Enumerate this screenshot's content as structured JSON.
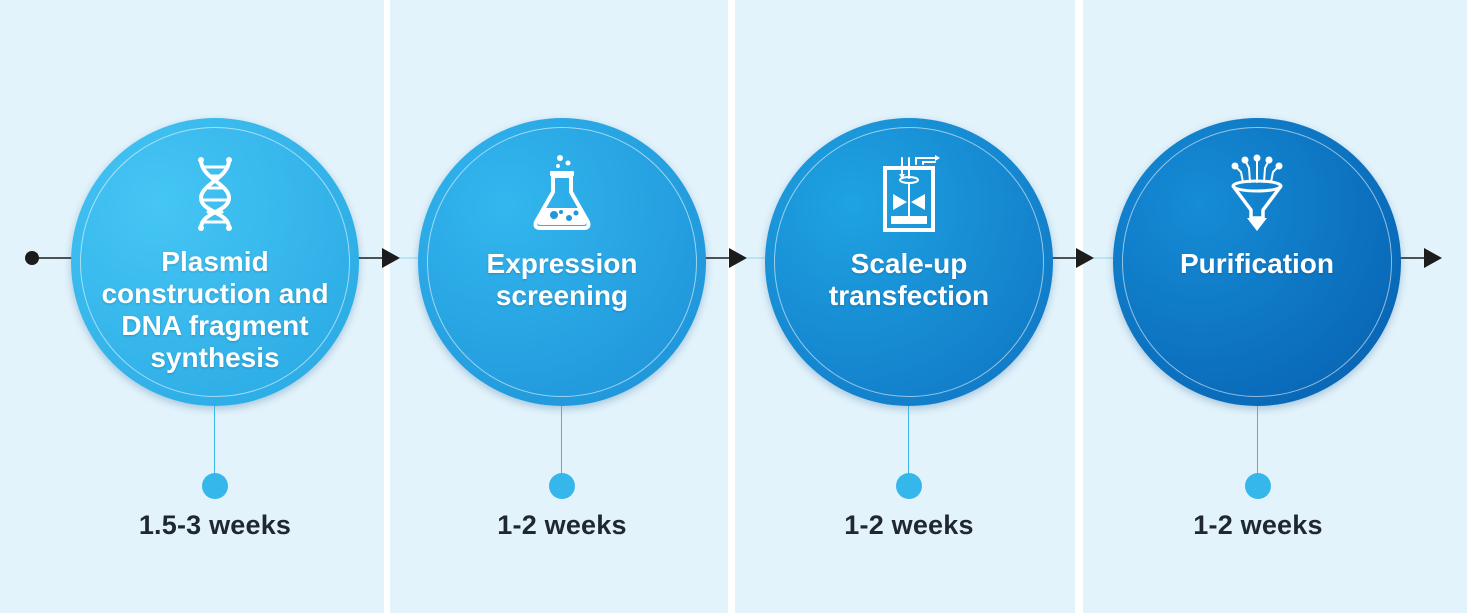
{
  "stages": [
    {
      "title": "Plasmid construction and DNA fragment synthesis",
      "icon": "dna-icon",
      "duration": "1.5-3 weeks"
    },
    {
      "title": "Expression screening",
      "icon": "flask-icon",
      "duration": "1-2 weeks"
    },
    {
      "title": "Scale-up transfection",
      "icon": "bioreactor-icon",
      "duration": "1-2 weeks"
    },
    {
      "title": "Purification",
      "icon": "funnel-icon",
      "duration": "1-2 weeks"
    }
  ],
  "colors": {
    "panel_background": "#e2f3fb",
    "line": "#1c1c1c",
    "accent_dot": "#35b7ec",
    "circle_gradients": [
      [
        "#3fc2f2",
        "#28a7e3"
      ],
      [
        "#2ab2ec",
        "#1b8fd6"
      ],
      [
        "#1c9bdf",
        "#0e74c4"
      ],
      [
        "#1287d4",
        "#0661b0"
      ]
    ]
  }
}
